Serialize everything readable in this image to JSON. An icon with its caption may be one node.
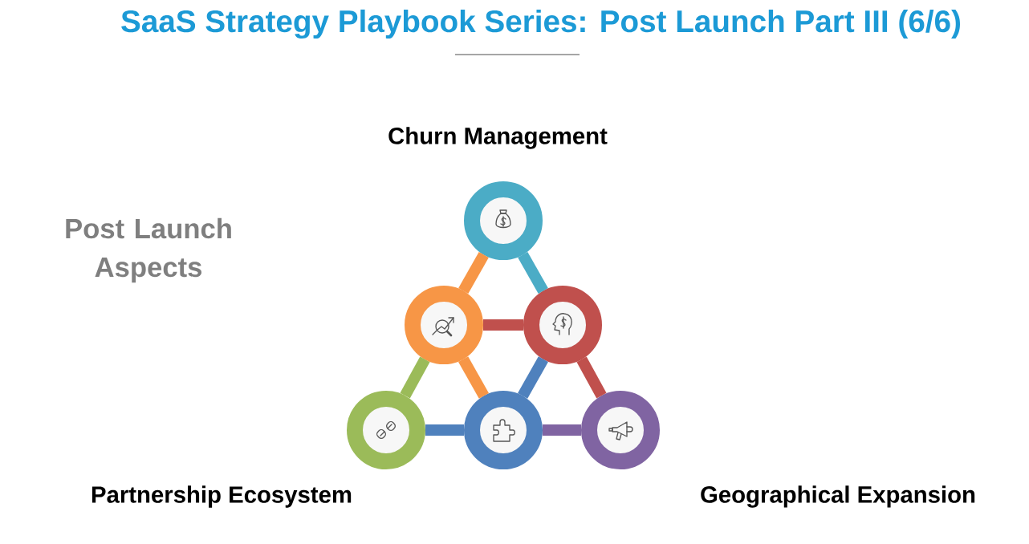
{
  "diagram": {
    "title": "SaaS Strategy Playbook Series: Post Launch Part III (6/6)",
    "nodes": [
      {
        "text": [],
        "shape": "circle",
        "beside": [
          "Churn Management"
        ]
      },
      {
        "text": [],
        "shape": "circle"
      },
      {
        "text": [],
        "shape": "circle"
      },
      {
        "text": [],
        "shape": "circle",
        "beside": [
          "Partnership Ecosystem"
        ]
      },
      {
        "text": [],
        "shape": "circle"
      },
      {
        "text": [],
        "shape": "circle",
        "beside": [
          "Geographical Expansion"
        ]
      }
    ],
    "edges": [
      {
        "from": 0,
        "to": 1,
        "arrow": "none",
        "color": "#f79646"
      },
      {
        "from": 0,
        "to": 2,
        "arrow": "none",
        "color": "#4bacc6"
      },
      {
        "from": 1,
        "to": 2,
        "arrow": "none",
        "color": "#c0504d"
      },
      {
        "from": 1,
        "to": 3,
        "arrow": "none",
        "color": "#9bbb59"
      },
      {
        "from": 1,
        "to": 4,
        "arrow": "none",
        "color": "#f79646"
      },
      {
        "from": 2,
        "to": 4,
        "arrow": "none",
        "color": "#4f81bd"
      },
      {
        "from": 2,
        "to": 5,
        "arrow": "none",
        "color": "#c0504d"
      },
      {
        "from": 3,
        "to": 4,
        "arrow": "none",
        "color": "#4f81bd"
      },
      {
        "from": 4,
        "to": 5,
        "arrow": "none",
        "color": "#8064a2"
      }
    ],
    "labels": [
      "Post Launch Aspects"
    ]
  }
}
